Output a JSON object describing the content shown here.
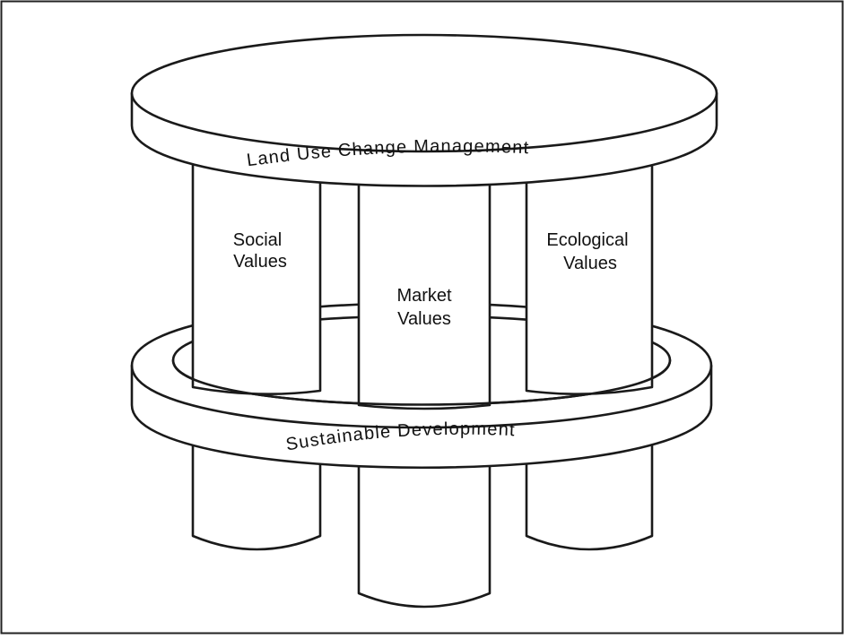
{
  "diagram": {
    "top_ring_label": "Land Use Change Management",
    "bottom_ring_label": "Sustainable Development",
    "pillars": [
      {
        "line1": "Social",
        "line2": "Values"
      },
      {
        "line1": "Market",
        "line2": "Values"
      },
      {
        "line1": "Ecological",
        "line2": "Values"
      }
    ]
  }
}
